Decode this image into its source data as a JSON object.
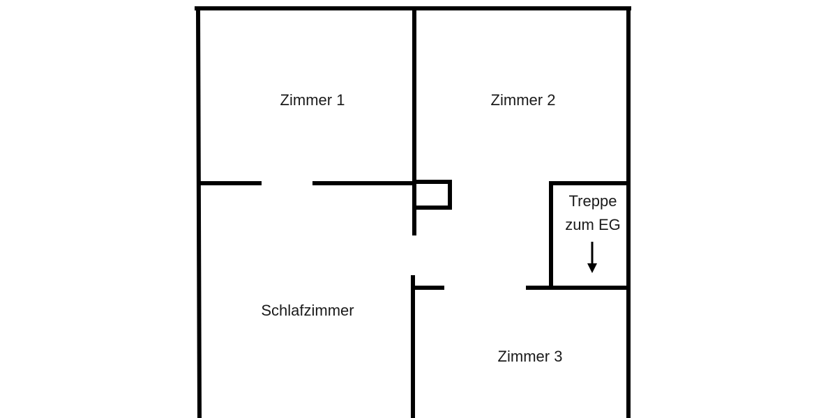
{
  "rooms": {
    "zimmer1": "Zimmer 1",
    "zimmer2": "Zimmer 2",
    "schlafzimmer": "Schlafzimmer",
    "zimmer3": "Zimmer 3",
    "treppe_line1": "Treppe",
    "treppe_line2": "zum EG"
  },
  "icons": {
    "stair_arrow": "arrow-down-icon"
  },
  "colors": {
    "walls": "#000000",
    "background": "#ffffff"
  }
}
